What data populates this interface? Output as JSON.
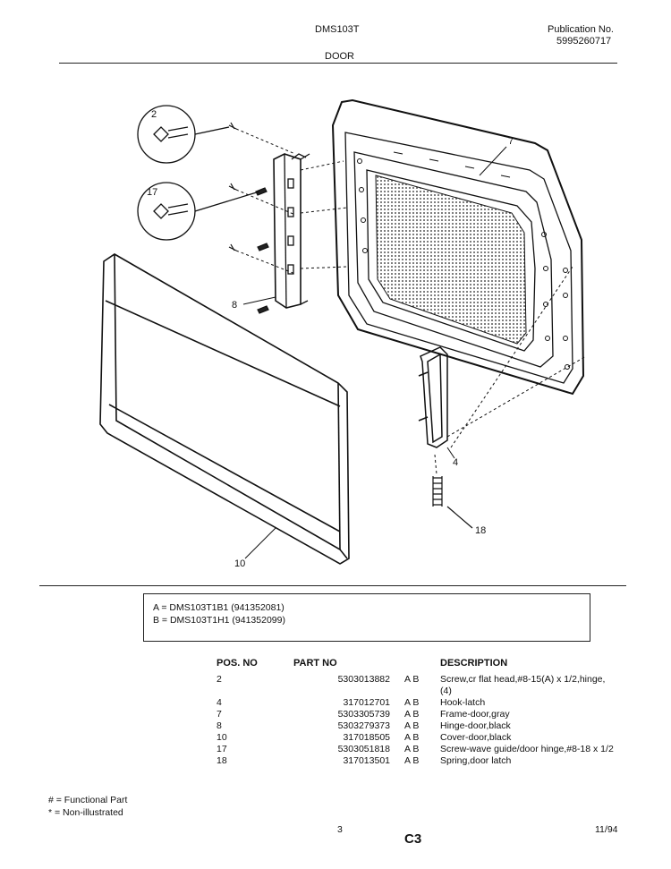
{
  "header": {
    "model": "DMS103T",
    "publication_label": "Publication No.",
    "publication_number": "5995260717",
    "section": "DOOR"
  },
  "callouts": {
    "c2": "2",
    "c17": "17",
    "c7": "7",
    "c8": "8",
    "c4": "4",
    "c18": "18",
    "c10": "10"
  },
  "models": [
    "A  =  DMS103T1B1 (941352081)",
    "B  =  DMS103T1H1 (941352099)"
  ],
  "parts_table": {
    "headers": {
      "pos": "POS. NO",
      "part": "PART NO",
      "desc": "DESCRIPTION"
    },
    "rows": [
      {
        "pos": "2",
        "part": "5303013882",
        "ab": "A  B",
        "desc": "Screw,cr flat head,#8-15(A) x 1/2,hinge,",
        "desc2": "(4)"
      },
      {
        "pos": "4",
        "part": "317012701",
        "ab": "A  B",
        "desc": "Hook-latch"
      },
      {
        "pos": "7",
        "part": "5303305739",
        "ab": "A  B",
        "desc": "Frame-door,gray"
      },
      {
        "pos": "8",
        "part": "5303279373",
        "ab": "A  B",
        "desc": "Hinge-door,black"
      },
      {
        "pos": "10",
        "part": "317018505",
        "ab": "A  B",
        "desc": "Cover-door,black"
      },
      {
        "pos": "17",
        "part": "5303051818",
        "ab": "A  B",
        "desc": "Screw-wave guide/door hinge,#8-18 x 1/2"
      },
      {
        "pos": "18",
        "part": "317013501",
        "ab": "A  B",
        "desc": "Spring,door latch"
      }
    ]
  },
  "legend": {
    "functional": "# = Functional Part",
    "non_illustrated": "* = Non-illustrated"
  },
  "footer": {
    "page": "3",
    "code": "C3",
    "date": "11/94"
  }
}
